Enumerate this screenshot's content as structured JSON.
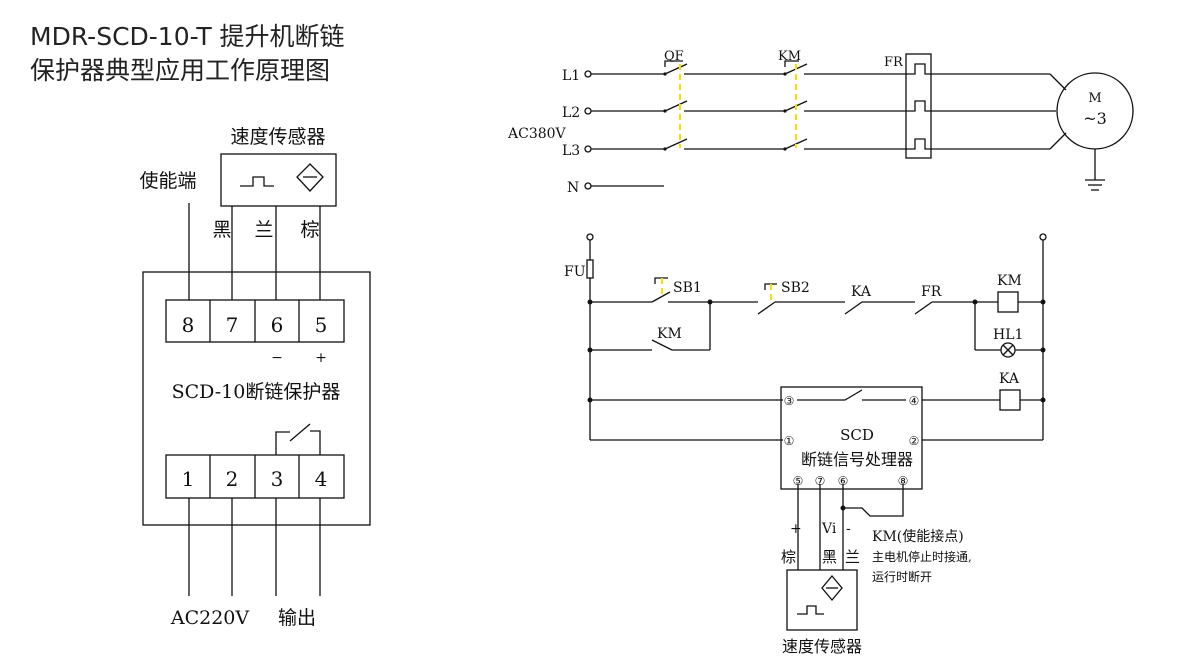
{
  "title": {
    "line1": "MDR-SCD-10-T 提升机断链",
    "line2": "保护器典型应用工作原理图"
  },
  "left": {
    "speed_sensor": "速度传感器",
    "enable_end": "使能端",
    "wire_black": "黑",
    "wire_blue": "兰",
    "wire_brown": "棕",
    "top_terminals": [
      "8",
      "7",
      "6",
      "5"
    ],
    "minus": "−",
    "plus": "+",
    "device_name": "SCD-10断链保护器",
    "bottom_terminals": [
      "1",
      "2",
      "3",
      "4"
    ],
    "supply": "AC220V",
    "output": "输出"
  },
  "power": {
    "phases": [
      "L1",
      "L2",
      "L3"
    ],
    "neutral": "N",
    "voltage": "AC380V",
    "breaker": "QF",
    "contactor": "KM",
    "overload": "FR",
    "motor_m": "M",
    "motor_phase": "~3"
  },
  "control": {
    "fuse": "FU",
    "sb1": "SB1",
    "sb2": "SB2",
    "ka_contact": "KA",
    "fr_contact": "FR",
    "km_coil": "KM",
    "hl1": "HL1",
    "ka_coil": "KA",
    "km_hold": "KM",
    "scd_name": "SCD",
    "scd_desc": "断链信号处理器",
    "scd_terminals": [
      "③",
      "④",
      "①",
      "②",
      "⑤",
      "⑦",
      "⑥",
      "⑧"
    ],
    "sensor_plus": "+",
    "sensor_vi": "Vi",
    "sensor_minus": "-",
    "wire_brown": "棕",
    "wire_black": "黑",
    "wire_blue": "兰",
    "km_enable": "KM(使能接点)",
    "note_line1": "主电机停止时接通,",
    "note_line2": "运行时断开",
    "speed_sensor": "速度传感器"
  },
  "colors": {
    "line": "#111111",
    "mechanical_link": "#f5e000"
  }
}
